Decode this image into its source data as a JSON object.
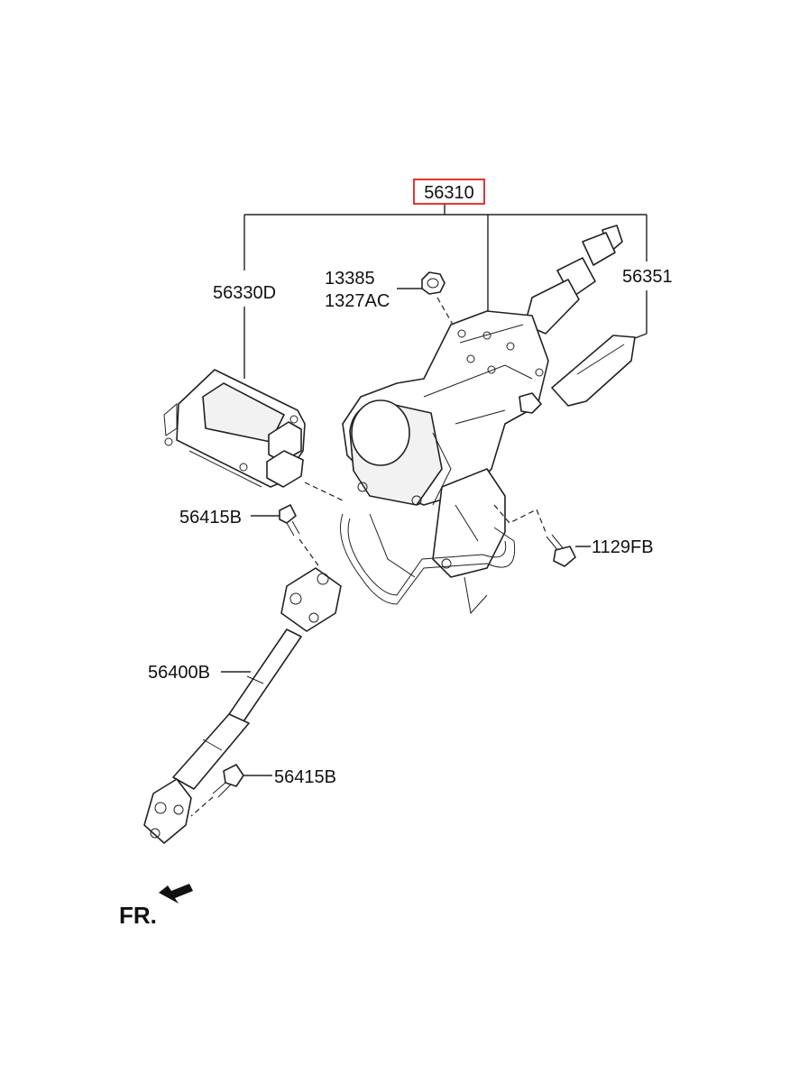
{
  "highlight_color": "#e02020",
  "labels": {
    "assembly": "56310",
    "control_unit": "56330D",
    "nut_1": "13385",
    "nut_2": "1327AC",
    "cover": "56351",
    "bolt_upper": "56415B",
    "bolt_lower": "56415B",
    "bolt_mount": "1129FB",
    "shaft": "56400B",
    "front_marker": "FR."
  }
}
